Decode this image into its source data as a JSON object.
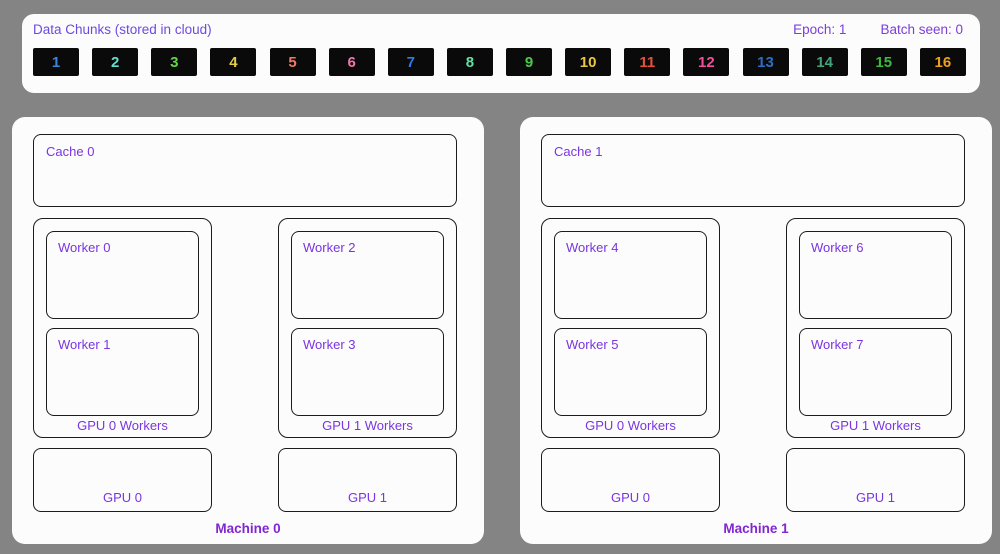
{
  "colors": {
    "background": "#848484",
    "panel": "#fcfcfc",
    "chunk_background": "#0a0a0a",
    "label_purple": "#7a35e0",
    "machine_label_purple": "#8226d3"
  },
  "header": {
    "title": "Data Chunks (stored in cloud)",
    "epoch": "Epoch: 1",
    "batch_seen": "Batch seen: 0",
    "chunks": [
      {
        "label": "1",
        "color": "#3d85d8"
      },
      {
        "label": "2",
        "color": "#62dfcc"
      },
      {
        "label": "3",
        "color": "#63d647"
      },
      {
        "label": "4",
        "color": "#e2cd49"
      },
      {
        "label": "5",
        "color": "#ee7a62"
      },
      {
        "label": "6",
        "color": "#ee76ad"
      },
      {
        "label": "7",
        "color": "#2e7ce6"
      },
      {
        "label": "8",
        "color": "#61e0a5"
      },
      {
        "label": "9",
        "color": "#4cc74c"
      },
      {
        "label": "10",
        "color": "#eac73e"
      },
      {
        "label": "11",
        "color": "#e6513b"
      },
      {
        "label": "12",
        "color": "#f04f9c"
      },
      {
        "label": "13",
        "color": "#2e6ec2"
      },
      {
        "label": "14",
        "color": "#42a67a"
      },
      {
        "label": "15",
        "color": "#3cba3c"
      },
      {
        "label": "16",
        "color": "#eca01e"
      }
    ]
  },
  "machines": [
    {
      "name": "Machine 0",
      "cache_label": "Cache 0",
      "groups": [
        {
          "label": "GPU 0 Workers",
          "workers": [
            "Worker 0",
            "Worker 1"
          ]
        },
        {
          "label": "GPU 1 Workers",
          "workers": [
            "Worker 2",
            "Worker 3"
          ]
        }
      ],
      "gpus": [
        "GPU 0",
        "GPU 1"
      ]
    },
    {
      "name": "Machine 1",
      "cache_label": "Cache 1",
      "groups": [
        {
          "label": "GPU 0 Workers",
          "workers": [
            "Worker 4",
            "Worker 5"
          ]
        },
        {
          "label": "GPU 1 Workers",
          "workers": [
            "Worker 6",
            "Worker 7"
          ]
        }
      ],
      "gpus": [
        "GPU 0",
        "GPU 1"
      ]
    }
  ]
}
